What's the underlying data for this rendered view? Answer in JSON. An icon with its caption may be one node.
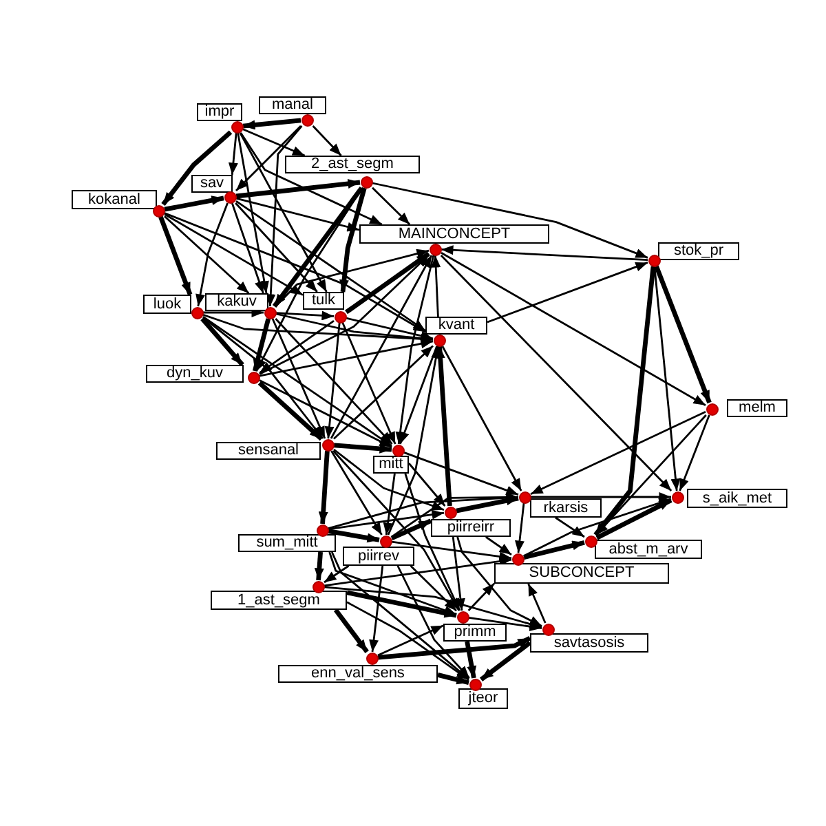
{
  "diagram": {
    "nodes": [
      {
        "text": [
          "impr"
        ]
      },
      {
        "text": [
          "manal"
        ]
      },
      {
        "text": [
          "sav"
        ]
      },
      {
        "text": [
          "2_ast_segm"
        ]
      },
      {
        "text": [
          "kokanal"
        ]
      },
      {
        "text": [
          "MAINCONCEPT"
        ]
      },
      {
        "text": [
          "stok_pr"
        ]
      },
      {
        "text": [
          "luok"
        ]
      },
      {
        "text": [
          "kakuv"
        ]
      },
      {
        "text": [
          "tulk"
        ]
      },
      {
        "text": [
          "kvant"
        ]
      },
      {
        "text": [
          "dyn_kuv"
        ]
      },
      {
        "text": [
          "melm"
        ]
      },
      {
        "text": [
          "sensanal"
        ]
      },
      {
        "text": [
          "mitt"
        ]
      },
      {
        "text": [
          "rkarsis"
        ]
      },
      {
        "text": [
          "s_aik_met"
        ]
      },
      {
        "text": [
          "piirreirr"
        ]
      },
      {
        "text": [
          "sum_mitt"
        ]
      },
      {
        "text": [
          "piirrev"
        ]
      },
      {
        "text": [
          "abst_m_arv"
        ]
      },
      {
        "text": [
          "SUBCONCEPT"
        ]
      },
      {
        "text": [
          "1_ast_segm"
        ]
      },
      {
        "text": [
          "primm"
        ]
      },
      {
        "text": [
          "savtasosis"
        ]
      },
      {
        "text": [
          "enn_val_sens"
        ]
      },
      {
        "text": [
          "jteor"
        ]
      }
    ],
    "edges": [
      {
        "from": 1,
        "to": 0,
        "arrow": "to",
        "style": "thick"
      },
      {
        "from": 0,
        "to": 4,
        "arrow": "to",
        "style": "thick"
      },
      {
        "from": 0,
        "to": 2,
        "arrow": "to"
      },
      {
        "from": 1,
        "to": 2,
        "arrow": "to"
      },
      {
        "from": 1,
        "to": 3,
        "arrow": "to"
      },
      {
        "from": 0,
        "to": 3,
        "arrow": "to"
      },
      {
        "from": 4,
        "to": 2,
        "arrow": "to",
        "style": "thick"
      },
      {
        "from": 2,
        "to": 3,
        "arrow": "to",
        "style": "thick"
      },
      {
        "from": 4,
        "to": 7,
        "arrow": "to",
        "style": "thick"
      },
      {
        "from": 4,
        "to": 8,
        "arrow": "to"
      },
      {
        "from": 4,
        "to": 9,
        "arrow": "to"
      },
      {
        "from": 0,
        "to": 8,
        "arrow": "to"
      },
      {
        "from": 0,
        "to": 9,
        "arrow": "to"
      },
      {
        "from": 1,
        "to": 8,
        "arrow": "to"
      },
      {
        "from": 2,
        "to": 8,
        "arrow": "to"
      },
      {
        "from": 2,
        "to": 9,
        "arrow": "to"
      },
      {
        "from": 2,
        "to": 7,
        "arrow": "to"
      },
      {
        "from": 3,
        "to": 8,
        "arrow": "to",
        "style": "thick"
      },
      {
        "from": 3,
        "to": 9,
        "arrow": "to",
        "style": "thick"
      },
      {
        "from": 3,
        "to": 11,
        "arrow": "to"
      },
      {
        "from": 7,
        "to": 8,
        "arrow": "to"
      },
      {
        "from": 7,
        "to": 11,
        "arrow": "to",
        "style": "thick"
      },
      {
        "from": 7,
        "to": 13,
        "arrow": "to"
      },
      {
        "from": 8,
        "to": 11,
        "arrow": "to",
        "style": "thick"
      },
      {
        "from": 8,
        "to": 9,
        "arrow": "to"
      },
      {
        "from": 8,
        "to": 13,
        "arrow": "to"
      },
      {
        "from": 9,
        "to": 11,
        "arrow": "to"
      },
      {
        "from": 9,
        "to": 13,
        "arrow": "to"
      },
      {
        "from": 9,
        "to": 10,
        "arrow": "to"
      },
      {
        "from": 9,
        "to": 5,
        "arrow": "to",
        "style": "thick"
      },
      {
        "from": 11,
        "to": 13,
        "arrow": "to",
        "style": "thick"
      },
      {
        "from": 11,
        "to": 5,
        "arrow": "to"
      },
      {
        "from": 8,
        "to": 5,
        "arrow": "to"
      },
      {
        "from": 3,
        "to": 5,
        "arrow": "to"
      },
      {
        "from": 3,
        "to": 6,
        "arrow": "to"
      },
      {
        "from": 2,
        "to": 5,
        "arrow": "to"
      },
      {
        "from": 0,
        "to": 5,
        "arrow": "to"
      },
      {
        "from": 8,
        "to": 10,
        "arrow": "to"
      },
      {
        "from": 11,
        "to": 10,
        "arrow": "to"
      },
      {
        "from": 13,
        "to": 10,
        "arrow": "to"
      },
      {
        "from": 7,
        "to": 10,
        "arrow": "to"
      },
      {
        "from": 4,
        "to": 10,
        "arrow": "to"
      },
      {
        "from": 2,
        "to": 10,
        "arrow": "to"
      },
      {
        "from": 11,
        "to": 14,
        "arrow": "to"
      },
      {
        "from": 9,
        "to": 14,
        "arrow": "to"
      },
      {
        "from": 8,
        "to": 14,
        "arrow": "to"
      },
      {
        "from": 13,
        "to": 14,
        "arrow": "to",
        "style": "thick"
      },
      {
        "from": 10,
        "to": 14,
        "arrow": "to"
      },
      {
        "from": 5,
        "to": 14,
        "arrow": "to"
      },
      {
        "from": 7,
        "to": 14,
        "arrow": "to"
      },
      {
        "from": 13,
        "to": 18,
        "arrow": "to",
        "style": "thick"
      },
      {
        "from": 13,
        "to": 19,
        "arrow": "to"
      },
      {
        "from": 13,
        "to": 17,
        "arrow": "to"
      },
      {
        "from": 13,
        "to": 23,
        "arrow": "to"
      },
      {
        "from": 14,
        "to": 17,
        "arrow": "to"
      },
      {
        "from": 14,
        "to": 19,
        "arrow": "to"
      },
      {
        "from": 14,
        "to": 15,
        "arrow": "to"
      },
      {
        "from": 14,
        "to": 23,
        "arrow": "to"
      },
      {
        "from": 18,
        "to": 19,
        "arrow": "to",
        "style": "thick"
      },
      {
        "from": 18,
        "to": 22,
        "arrow": "to",
        "style": "thick"
      },
      {
        "from": 18,
        "to": 17,
        "arrow": "to"
      },
      {
        "from": 18,
        "to": 23,
        "arrow": "to"
      },
      {
        "from": 18,
        "to": 26,
        "arrow": "to"
      },
      {
        "from": 19,
        "to": 17,
        "arrow": "to",
        "style": "thick"
      },
      {
        "from": 19,
        "to": 22,
        "arrow": "to"
      },
      {
        "from": 19,
        "to": 23,
        "arrow": "to"
      },
      {
        "from": 19,
        "to": 25,
        "arrow": "to"
      },
      {
        "from": 19,
        "to": 26,
        "arrow": "to"
      },
      {
        "from": 19,
        "to": 21,
        "arrow": "to"
      },
      {
        "from": 17,
        "to": 15,
        "arrow": "to",
        "style": "thick"
      },
      {
        "from": 17,
        "to": 21,
        "arrow": "to"
      },
      {
        "from": 17,
        "to": 23,
        "arrow": "to"
      },
      {
        "from": 17,
        "to": 24,
        "arrow": "to"
      },
      {
        "from": 22,
        "to": 25,
        "arrow": "to",
        "style": "thick"
      },
      {
        "from": 22,
        "to": 23,
        "arrow": "to",
        "style": "thick"
      },
      {
        "from": 22,
        "to": 26,
        "arrow": "to"
      },
      {
        "from": 22,
        "to": 24,
        "arrow": "to"
      },
      {
        "from": 22,
        "to": 21,
        "arrow": "to"
      },
      {
        "from": 25,
        "to": 23,
        "arrow": "to"
      },
      {
        "from": 25,
        "to": 26,
        "arrow": "to",
        "style": "thick"
      },
      {
        "from": 25,
        "to": 24,
        "arrow": "to",
        "style": "thick"
      },
      {
        "from": 23,
        "to": 26,
        "arrow": "to",
        "style": "thick"
      },
      {
        "from": 23,
        "to": 24,
        "arrow": "to"
      },
      {
        "from": 23,
        "to": 21,
        "arrow": "to"
      },
      {
        "from": 24,
        "to": 26,
        "arrow": "to",
        "style": "thick"
      },
      {
        "from": 24,
        "to": 21,
        "arrow": "to"
      },
      {
        "from": 21,
        "to": 20,
        "arrow": "to",
        "style": "thick"
      },
      {
        "from": 15,
        "to": 20,
        "arrow": "to"
      },
      {
        "from": 15,
        "to": 21,
        "arrow": "to"
      },
      {
        "from": 19,
        "to": 15,
        "arrow": "to"
      },
      {
        "from": 18,
        "to": 15,
        "arrow": "to"
      },
      {
        "from": 17,
        "to": 10,
        "arrow": "to",
        "style": "thick"
      },
      {
        "from": 19,
        "to": 10,
        "arrow": "to"
      },
      {
        "from": 10,
        "to": 15,
        "arrow": "to"
      },
      {
        "from": 6,
        "to": 5,
        "arrow": "to"
      },
      {
        "from": 10,
        "to": 5,
        "arrow": "to"
      },
      {
        "from": 13,
        "to": 5,
        "arrow": "to"
      },
      {
        "from": 5,
        "to": 12,
        "arrow": "to"
      },
      {
        "from": 5,
        "to": 16,
        "arrow": "to"
      },
      {
        "from": 10,
        "to": 6,
        "arrow": "to"
      },
      {
        "from": 6,
        "to": 12,
        "arrow": "to",
        "style": "thick"
      },
      {
        "from": 6,
        "to": 20,
        "arrow": "to",
        "style": "thick"
      },
      {
        "from": 6,
        "to": 16,
        "arrow": "to"
      },
      {
        "from": 12,
        "to": 16,
        "arrow": "to"
      },
      {
        "from": 12,
        "to": 15,
        "arrow": "to"
      },
      {
        "from": 12,
        "to": 20,
        "arrow": "to"
      },
      {
        "from": 15,
        "to": 16,
        "arrow": "to"
      },
      {
        "from": 20,
        "to": 16,
        "arrow": "to",
        "style": "thick"
      },
      {
        "from": 21,
        "to": 16,
        "arrow": "to"
      }
    ]
  }
}
